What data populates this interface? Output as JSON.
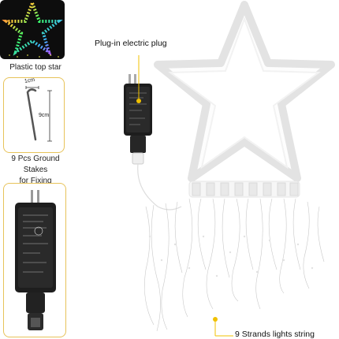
{
  "thumbnails": {
    "star": {
      "caption": "Plastic top star"
    },
    "stakes": {
      "caption_line1": "9 Pcs Ground Stakes",
      "caption_line2": "for Fixing",
      "dim_width": "1cm",
      "dim_height": "9cm"
    },
    "adapter": {
      "caption": ""
    }
  },
  "callouts": {
    "plug": "Plug-in electric plug",
    "strands": "9 Strands lights string"
  },
  "colors": {
    "accent_border": "#e7c35a",
    "callout_dot": "#f0c000"
  }
}
